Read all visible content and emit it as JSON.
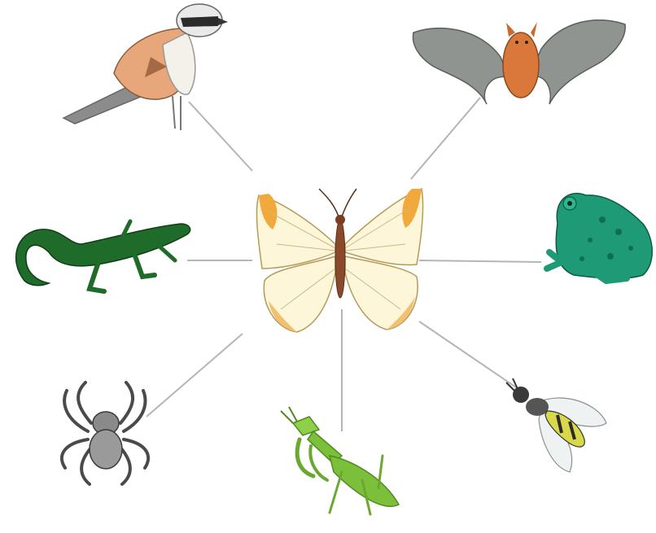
{
  "diagram": {
    "center": {
      "name": "butterfly",
      "icon": "butterfly-icon",
      "wing_color": "#fdf6d8",
      "tip_color": "#f2a93b",
      "body_color": "#8a4a2a"
    },
    "predators": [
      {
        "id": "bird",
        "icon": "shrike-bird-icon",
        "colors": {
          "head": "#e9e9e9",
          "mask": "#2b2b2b",
          "back": "#e8a77a",
          "tail": "#8c8c8c"
        }
      },
      {
        "id": "bat",
        "icon": "bat-icon",
        "colors": {
          "wing": "#8f9490",
          "body": "#d9783a"
        }
      },
      {
        "id": "lizard",
        "icon": "lizard-icon",
        "colors": {
          "body": "#1f6b2a"
        }
      },
      {
        "id": "frog",
        "icon": "frog-icon",
        "colors": {
          "body": "#1e9a76"
        }
      },
      {
        "id": "spider",
        "icon": "spider-icon",
        "colors": {
          "body": "#8a8a8a"
        }
      },
      {
        "id": "mantis",
        "icon": "mantis-icon",
        "colors": {
          "body": "#7bbf3b"
        }
      },
      {
        "id": "wasp",
        "icon": "wasp-icon",
        "colors": {
          "body": "#d9d84a",
          "stripe": "#2b2b2b"
        }
      }
    ],
    "connector_color": "#b0b0b0"
  }
}
